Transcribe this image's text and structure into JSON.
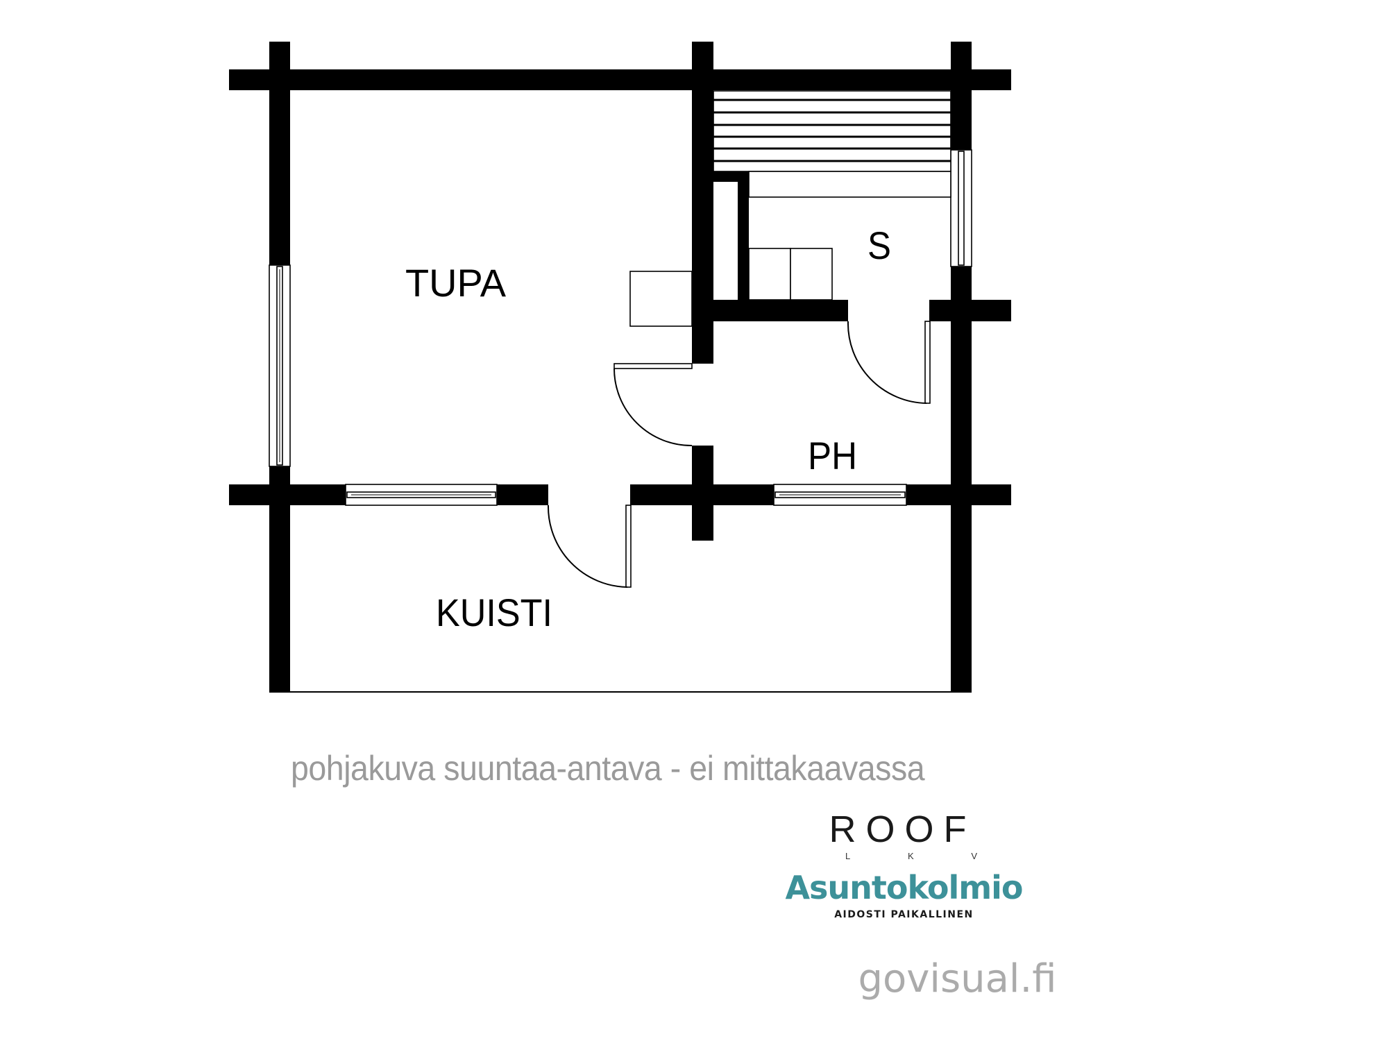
{
  "floorplan": {
    "rooms": [
      {
        "id": "tupa",
        "label": "TUPA"
      },
      {
        "id": "s",
        "label": "S"
      },
      {
        "id": "ph",
        "label": "PH"
      },
      {
        "id": "kuisti",
        "label": "KUISTI"
      }
    ]
  },
  "caption": "pohjakuva suuntaa-antava - ei mittakaavassa",
  "logos": {
    "roof": {
      "name": "ROOF",
      "sub": [
        "L",
        "K",
        "V"
      ],
      "color": "#1a1a1a"
    },
    "asuntokolmio": {
      "name": "Asuntokolmio",
      "tagline": "AIDOSTI PAIKALLINEN",
      "color": "#3d9199"
    }
  },
  "watermark": "govisual.fi",
  "colors": {
    "walls": "#000000",
    "background": "#ffffff",
    "caption": "#9a9a9a",
    "watermark": "#ababab"
  }
}
